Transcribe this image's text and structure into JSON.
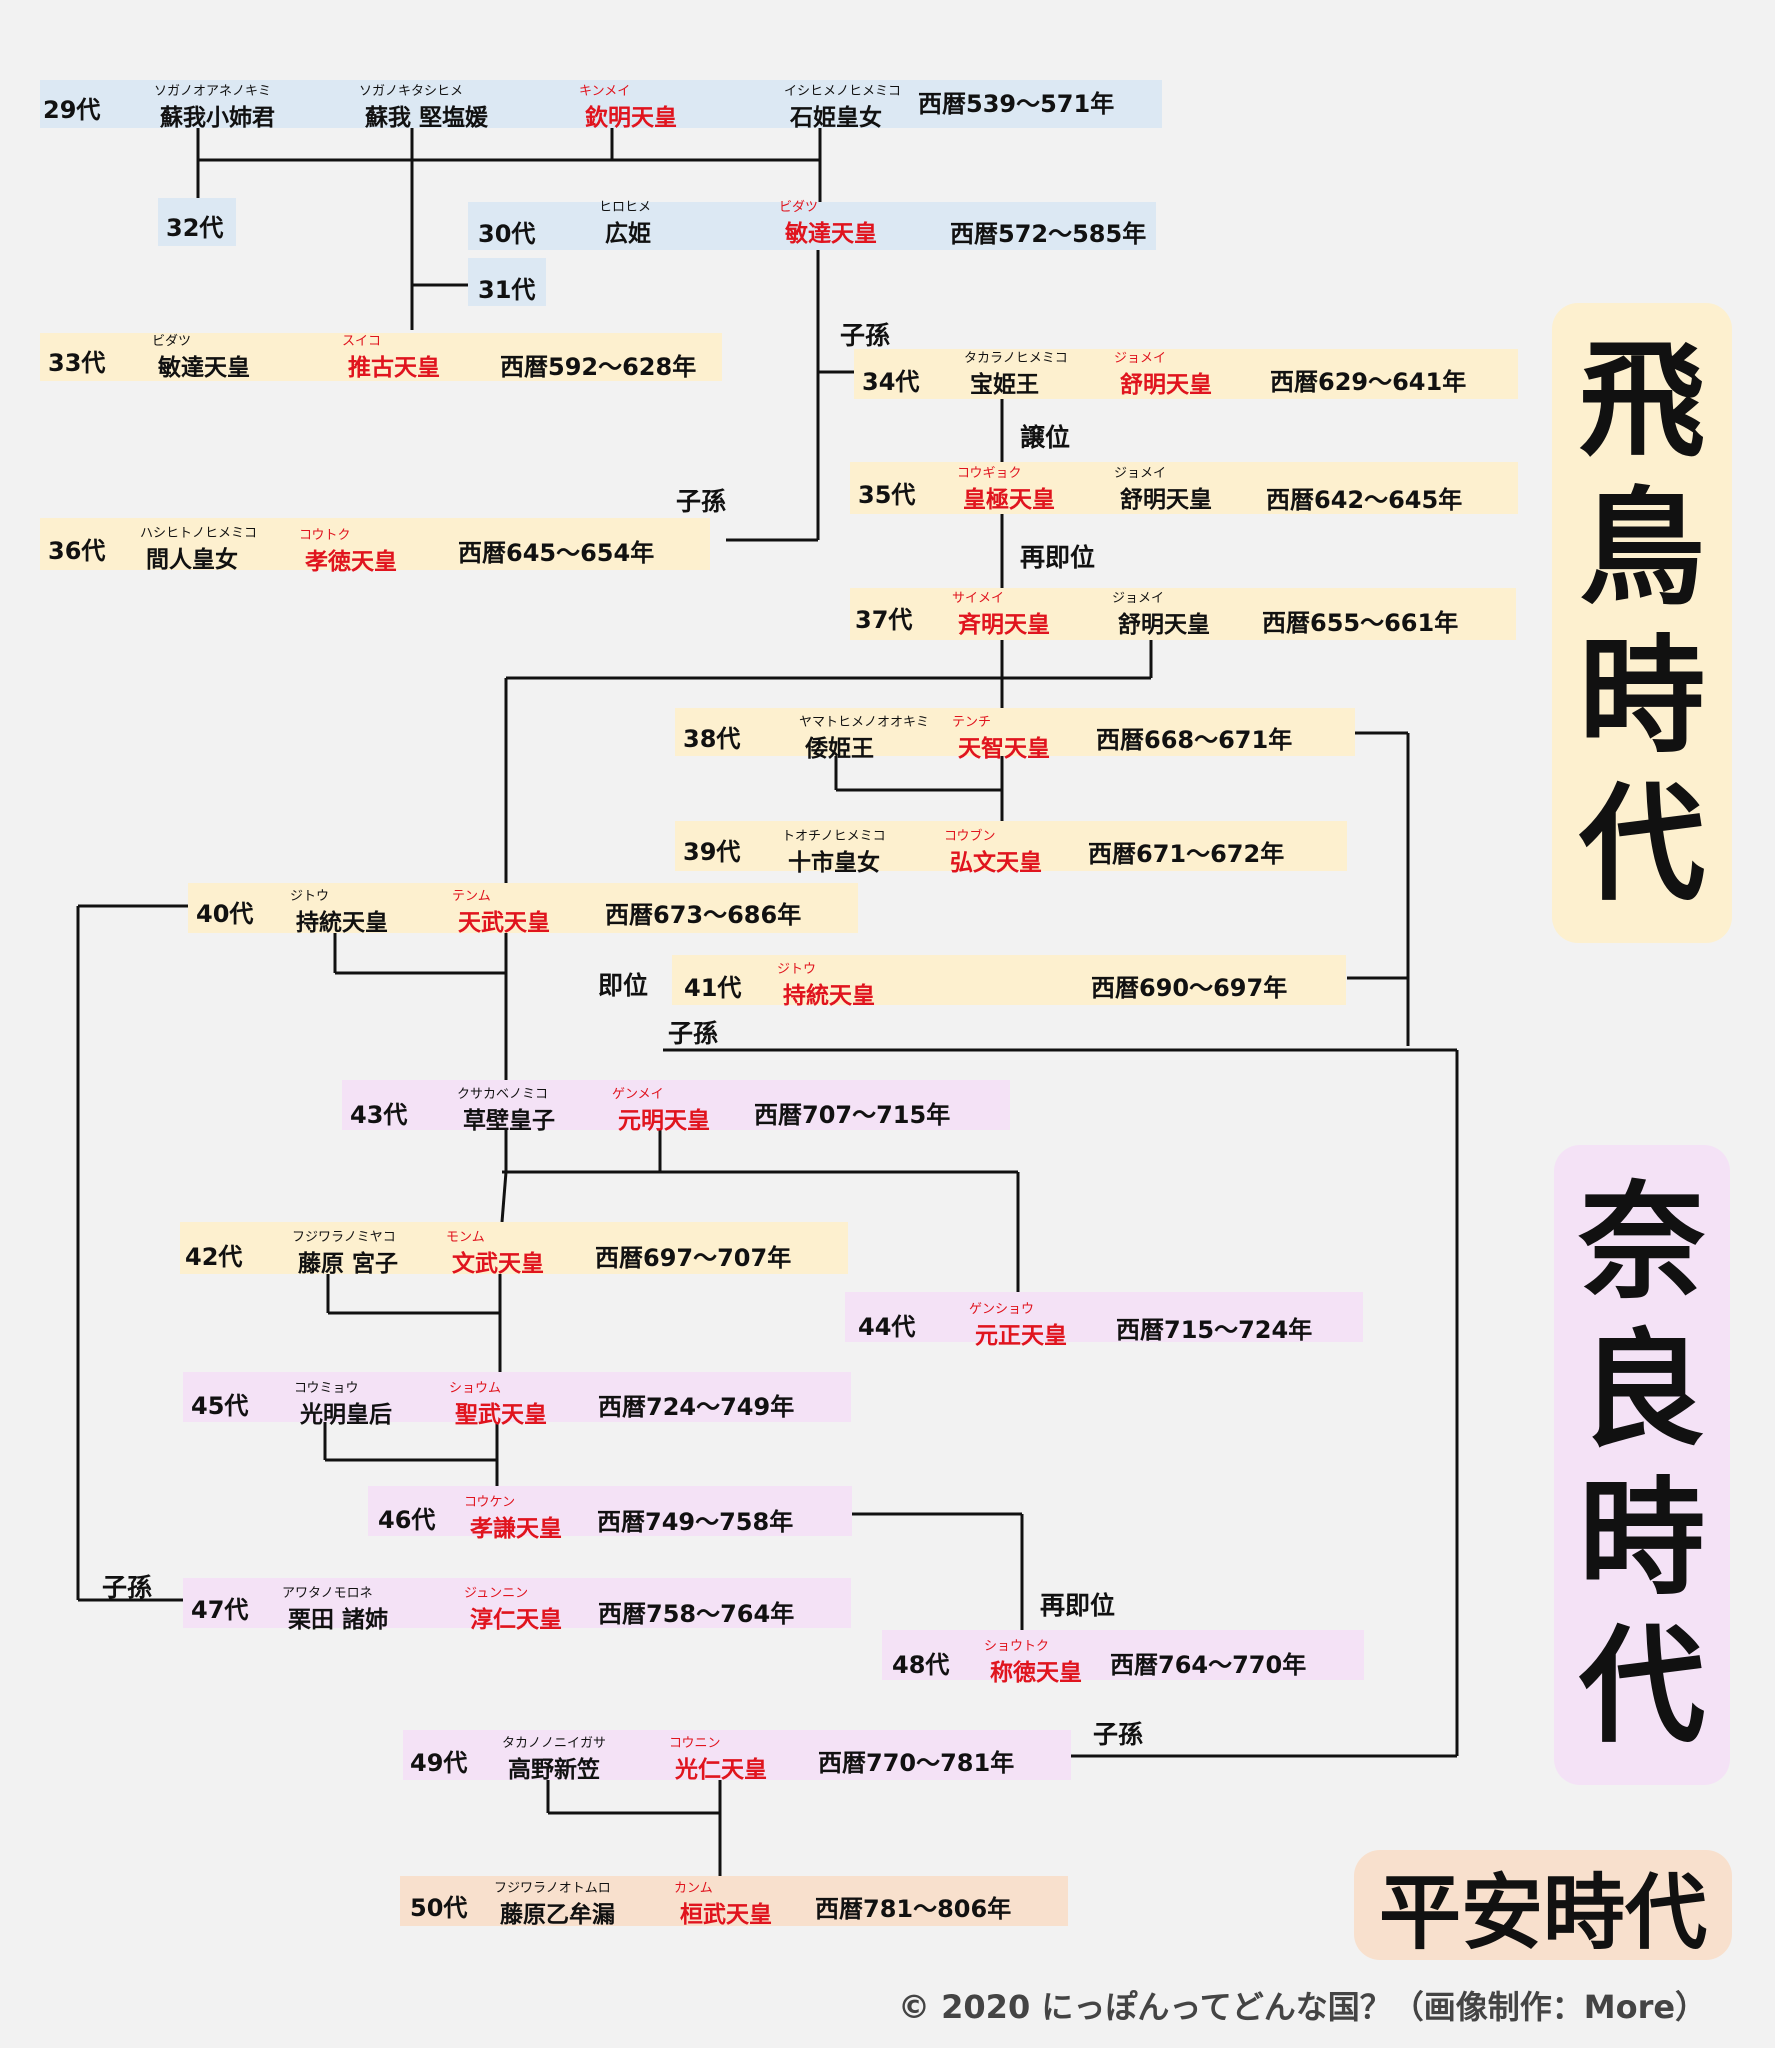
{
  "periods": {
    "asuka": "飛鳥時代",
    "nara": "奈良時代",
    "heian": "平安時代"
  },
  "labels": {
    "shison": "子孫",
    "joi": "譲位",
    "saisokui": "再即位",
    "sokui": "即位"
  },
  "credit": "© 2020 にっぽんってどんな国？（画像制作：More）",
  "rows": [
    {
      "gen": "29代",
      "era": "西暦539〜571年",
      "names": [
        {
          "name": "蘇我小姉君",
          "ruby": "ソガノオアネノキミ",
          "emperor": false
        },
        {
          "name": "蘇我 堅塩媛",
          "ruby": "ソガノキタシヒメ",
          "emperor": false
        },
        {
          "name": "欽明天皇",
          "ruby": "キンメイ",
          "emperor": true
        },
        {
          "name": "石姫皇女",
          "ruby": "イシヒメノヒメミコ",
          "emperor": false
        }
      ]
    },
    {
      "gen": "32代",
      "era": "",
      "names": []
    },
    {
      "gen": "30代",
      "era": "西暦572〜585年",
      "names": [
        {
          "name": "広姫",
          "ruby": "ヒロヒメ",
          "emperor": false
        },
        {
          "name": "敏達天皇",
          "ruby": "ビダツ",
          "emperor": true
        }
      ]
    },
    {
      "gen": "31代",
      "era": "",
      "names": []
    },
    {
      "gen": "33代",
      "era": "西暦592〜628年",
      "names": [
        {
          "name": "敏達天皇",
          "ruby": "ビダツ",
          "emperor": false
        },
        {
          "name": "推古天皇",
          "ruby": "スイコ",
          "emperor": true
        }
      ]
    },
    {
      "gen": "34代",
      "era": "西暦629〜641年",
      "names": [
        {
          "name": "宝姫王",
          "ruby": "タカラノヒメミコ",
          "emperor": false
        },
        {
          "name": "舒明天皇",
          "ruby": "ジョメイ",
          "emperor": true
        }
      ]
    },
    {
      "gen": "35代",
      "era": "西暦642〜645年",
      "names": [
        {
          "name": "皇極天皇",
          "ruby": "コウギョク",
          "emperor": true
        },
        {
          "name": "舒明天皇",
          "ruby": "ジョメイ",
          "emperor": false
        }
      ]
    },
    {
      "gen": "36代",
      "era": "西暦645〜654年",
      "names": [
        {
          "name": "間人皇女",
          "ruby": "ハシヒトノヒメミコ",
          "emperor": false
        },
        {
          "name": "孝徳天皇",
          "ruby": "コウトク",
          "emperor": true
        }
      ]
    },
    {
      "gen": "37代",
      "era": "西暦655〜661年",
      "names": [
        {
          "name": "斉明天皇",
          "ruby": "サイメイ",
          "emperor": true
        },
        {
          "name": "舒明天皇",
          "ruby": "ジョメイ",
          "emperor": false
        }
      ]
    },
    {
      "gen": "38代",
      "era": "西暦668〜671年",
      "names": [
        {
          "name": "倭姫王",
          "ruby": "ヤマトヒメノオオキミ",
          "emperor": false
        },
        {
          "name": "天智天皇",
          "ruby": "テンチ",
          "emperor": true
        }
      ]
    },
    {
      "gen": "39代",
      "era": "西暦671〜672年",
      "names": [
        {
          "name": "十市皇女",
          "ruby": "トオチノヒメミコ",
          "emperor": false
        },
        {
          "name": "弘文天皇",
          "ruby": "コウブン",
          "emperor": true
        }
      ]
    },
    {
      "gen": "40代",
      "era": "西暦673〜686年",
      "names": [
        {
          "name": "持統天皇",
          "ruby": "ジトウ",
          "emperor": false
        },
        {
          "name": "天武天皇",
          "ruby": "テンム",
          "emperor": true
        }
      ]
    },
    {
      "gen": "41代",
      "era": "西暦690〜697年",
      "names": [
        {
          "name": "持統天皇",
          "ruby": "ジトウ",
          "emperor": true
        }
      ]
    },
    {
      "gen": "43代",
      "era": "西暦707〜715年",
      "names": [
        {
          "name": "草壁皇子",
          "ruby": "クサカベノミコ",
          "emperor": false
        },
        {
          "name": "元明天皇",
          "ruby": "ゲンメイ",
          "emperor": true
        }
      ]
    },
    {
      "gen": "42代",
      "era": "西暦697〜707年",
      "names": [
        {
          "name": "藤原 宮子",
          "ruby": "フジワラノミヤコ",
          "emperor": false
        },
        {
          "name": "文武天皇",
          "ruby": "モンム",
          "emperor": true
        }
      ]
    },
    {
      "gen": "44代",
      "era": "西暦715〜724年",
      "names": [
        {
          "name": "元正天皇",
          "ruby": "ゲンショウ",
          "emperor": true
        }
      ]
    },
    {
      "gen": "45代",
      "era": "西暦724〜749年",
      "names": [
        {
          "name": "光明皇后",
          "ruby": "コウミョウ",
          "emperor": false
        },
        {
          "name": "聖武天皇",
          "ruby": "ショウム",
          "emperor": true
        }
      ]
    },
    {
      "gen": "46代",
      "era": "西暦749〜758年",
      "names": [
        {
          "name": "孝謙天皇",
          "ruby": "コウケン",
          "emperor": true
        }
      ]
    },
    {
      "gen": "47代",
      "era": "西暦758〜764年",
      "names": [
        {
          "name": "栗田 諸姉",
          "ruby": "アワタノモロネ",
          "emperor": false
        },
        {
          "name": "淳仁天皇",
          "ruby": "ジュンニン",
          "emperor": true
        }
      ]
    },
    {
      "gen": "48代",
      "era": "西暦764〜770年",
      "names": [
        {
          "name": "称徳天皇",
          "ruby": "ショウトク",
          "emperor": true
        }
      ]
    },
    {
      "gen": "49代",
      "era": "西暦770〜781年",
      "names": [
        {
          "name": "高野新笠",
          "ruby": "タカノノニイガサ",
          "emperor": false
        },
        {
          "name": "光仁天皇",
          "ruby": "コウニン",
          "emperor": true
        }
      ]
    },
    {
      "gen": "50代",
      "era": "西暦781〜806年",
      "names": [
        {
          "name": "藤原乙牟漏",
          "ruby": "フジワラノオトムロ",
          "emperor": false
        },
        {
          "name": "桓武天皇",
          "ruby": "カンム",
          "emperor": true
        }
      ]
    }
  ]
}
